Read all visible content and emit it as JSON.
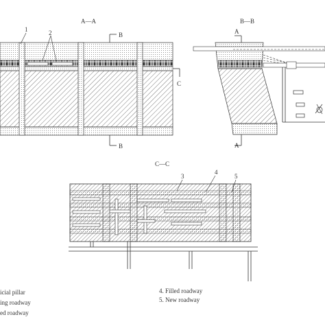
{
  "section_titles": {
    "aa": "A—A",
    "bb": "B—B",
    "cc": "C—C"
  },
  "markers": {
    "a": "A",
    "b": "B",
    "c": "C"
  },
  "callouts": {
    "n1": "1",
    "n2": "2",
    "n3": "3",
    "n4": "4",
    "n5": "5"
  },
  "legend": {
    "item1": "icial pillar",
    "item2": "ing roadway",
    "item3": "ed roadway",
    "item4": "4. Filled roadway",
    "item5": "5. New roadway"
  },
  "colors": {
    "line": "#333333",
    "hatch": "#555555",
    "dots": "#888888",
    "background": "#ffffff"
  }
}
